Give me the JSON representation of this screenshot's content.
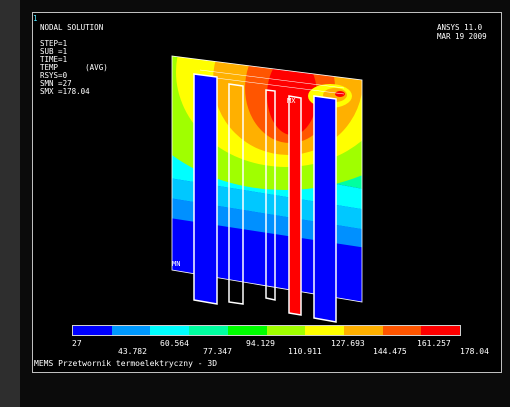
{
  "window_number": "1",
  "header": {
    "title": "NODAL SOLUTION",
    "product": "ANSYS 11.0",
    "date": "MAR 19 2009"
  },
  "solution_info": [
    "STEP=1",
    "SUB =1",
    "TIME=1",
    "TEMP      (AVG)",
    "RSYS=0",
    "SMN =27",
    "SMX =178.04"
  ],
  "markers": {
    "min": "MN",
    "max": "MX"
  },
  "legend": {
    "colors": [
      "#0000ff",
      "#0099ff",
      "#00ffff",
      "#00ffa0",
      "#00ff00",
      "#a0ff00",
      "#ffff00",
      "#ffb000",
      "#ff5500",
      "#ff0000"
    ],
    "top_labels": [
      "27",
      "60.564",
      "94.129",
      "127.693",
      "161.257"
    ],
    "bottom_labels": [
      "43.782",
      "77.347",
      "110.911",
      "144.475",
      "178.04"
    ]
  },
  "footer": "MEMS Przetwornik termoelektryczny - 3D"
}
